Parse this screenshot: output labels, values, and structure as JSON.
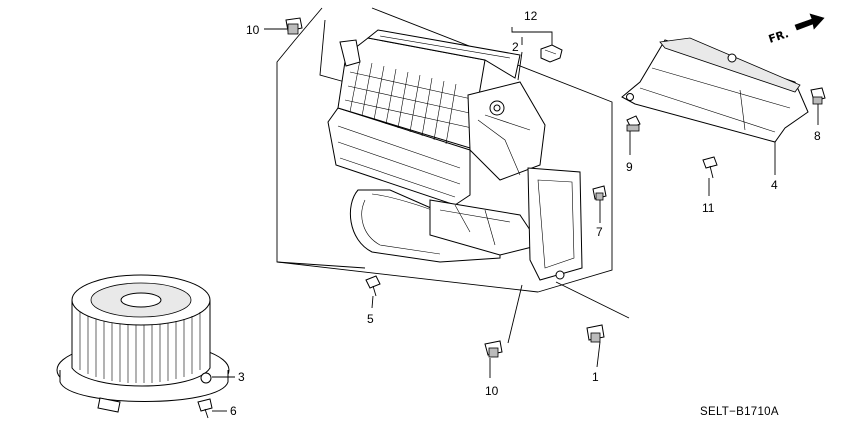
{
  "diagram_code": "SELT−B1710A",
  "direction_label": "FR.",
  "callouts": {
    "c1": "1",
    "c2": "2",
    "c3": "3",
    "c4": "4",
    "c5": "5",
    "c6": "6",
    "c7": "7",
    "c8": "8",
    "c9": "9",
    "c10a": "10",
    "c10b": "10",
    "c11": "11",
    "c12": "12"
  }
}
